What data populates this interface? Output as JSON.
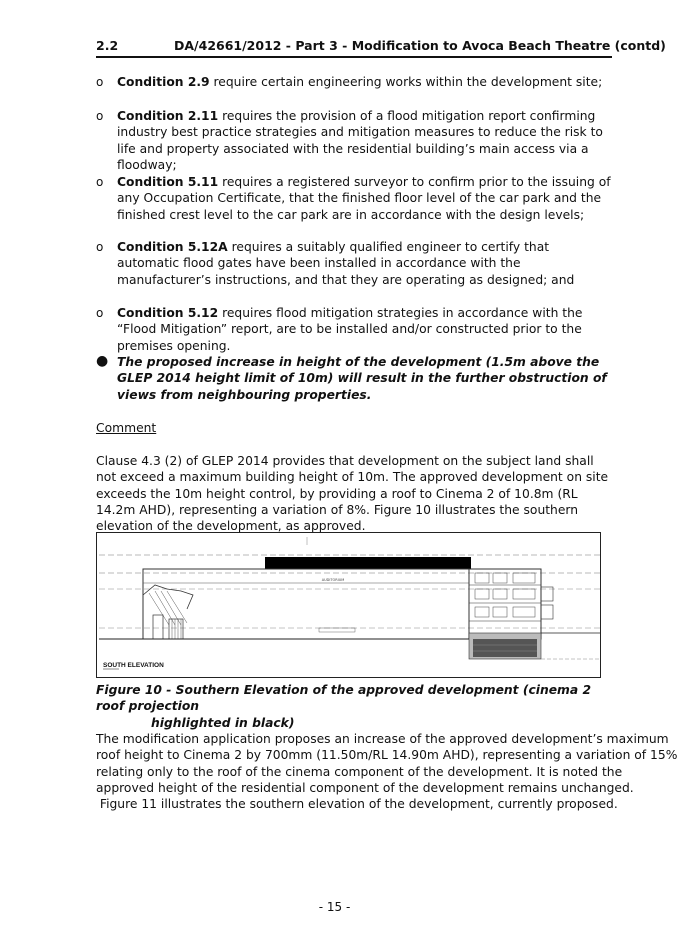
{
  "header": {
    "section": "2.2",
    "title": "DA/42661/2012 - Part 3 - Modification to Avoca Beach Theatre (contd)"
  },
  "conditions": [
    {
      "label": "Condition 2.9",
      "text": " require certain engineering works within the development site;"
    },
    {
      "label": "Condition 2.11",
      "text": " requires the provision of a flood mitigation report confirming industry best practice strategies and mitigation measures to reduce the risk to life and property associated with the residential building’s main access via a floodway;"
    },
    {
      "label": "Condition 5.11",
      "text": " requires a registered surveyor to confirm prior to the issuing of any Occupation Certificate, that the finished floor level of the car park and the finished crest level to the car park are in accordance with the design levels;"
    },
    {
      "label": "Condition 5.12A",
      "text": " requires a suitably qualified engineer to certify that automatic flood gates have been installed in accordance with the manufacturer’s instructions, and that they are operating as designed; and"
    },
    {
      "label": "Condition 5.12",
      "text": " requires flood mitigation strategies in accordance with the “Flood Mitigation” report, are to be installed and/or constructed prior to the premises opening."
    }
  ],
  "bullet_marker": "o",
  "main_point": "The proposed increase in height of the development (1.5m above the GLEP 2014 height limit of 10m) will result in the further obstruction of views from neighbouring properties.",
  "comment_heading": "Comment",
  "paragraph1": "Clause 4.3 (2) of GLEP 2014 provides that development on the subject land shall not exceed a maximum building height of 10m. The approved development on site exceeds the 10m height control, by providing a roof to Cinema 2 of 10.8m (RL 14.2m AHD), representing a variation of 8%. Figure 10 illustrates the southern elevation of the development, as approved.",
  "figure": {
    "drawing_label": "SOUTH ELEVATION",
    "caption_line1": "Figure 10 - Southern Elevation of the approved development (cinema 2 roof projection",
    "caption_line2": "highlighted in black)"
  },
  "paragraph2_lines": [
    "The modification application proposes an increase of the approved development’s maximum",
    "roof height to Cinema 2 by 700mm (11.50m/RL 14.90m AHD), representing a variation of 15%",
    "relating only to the roof of the cinema component of the development. It is noted the",
    "approved height of the residential component of the development remains unchanged.",
    " Figure 11 illustrates the southern elevation of the development, currently proposed."
  ],
  "page_number": "- 15 -"
}
